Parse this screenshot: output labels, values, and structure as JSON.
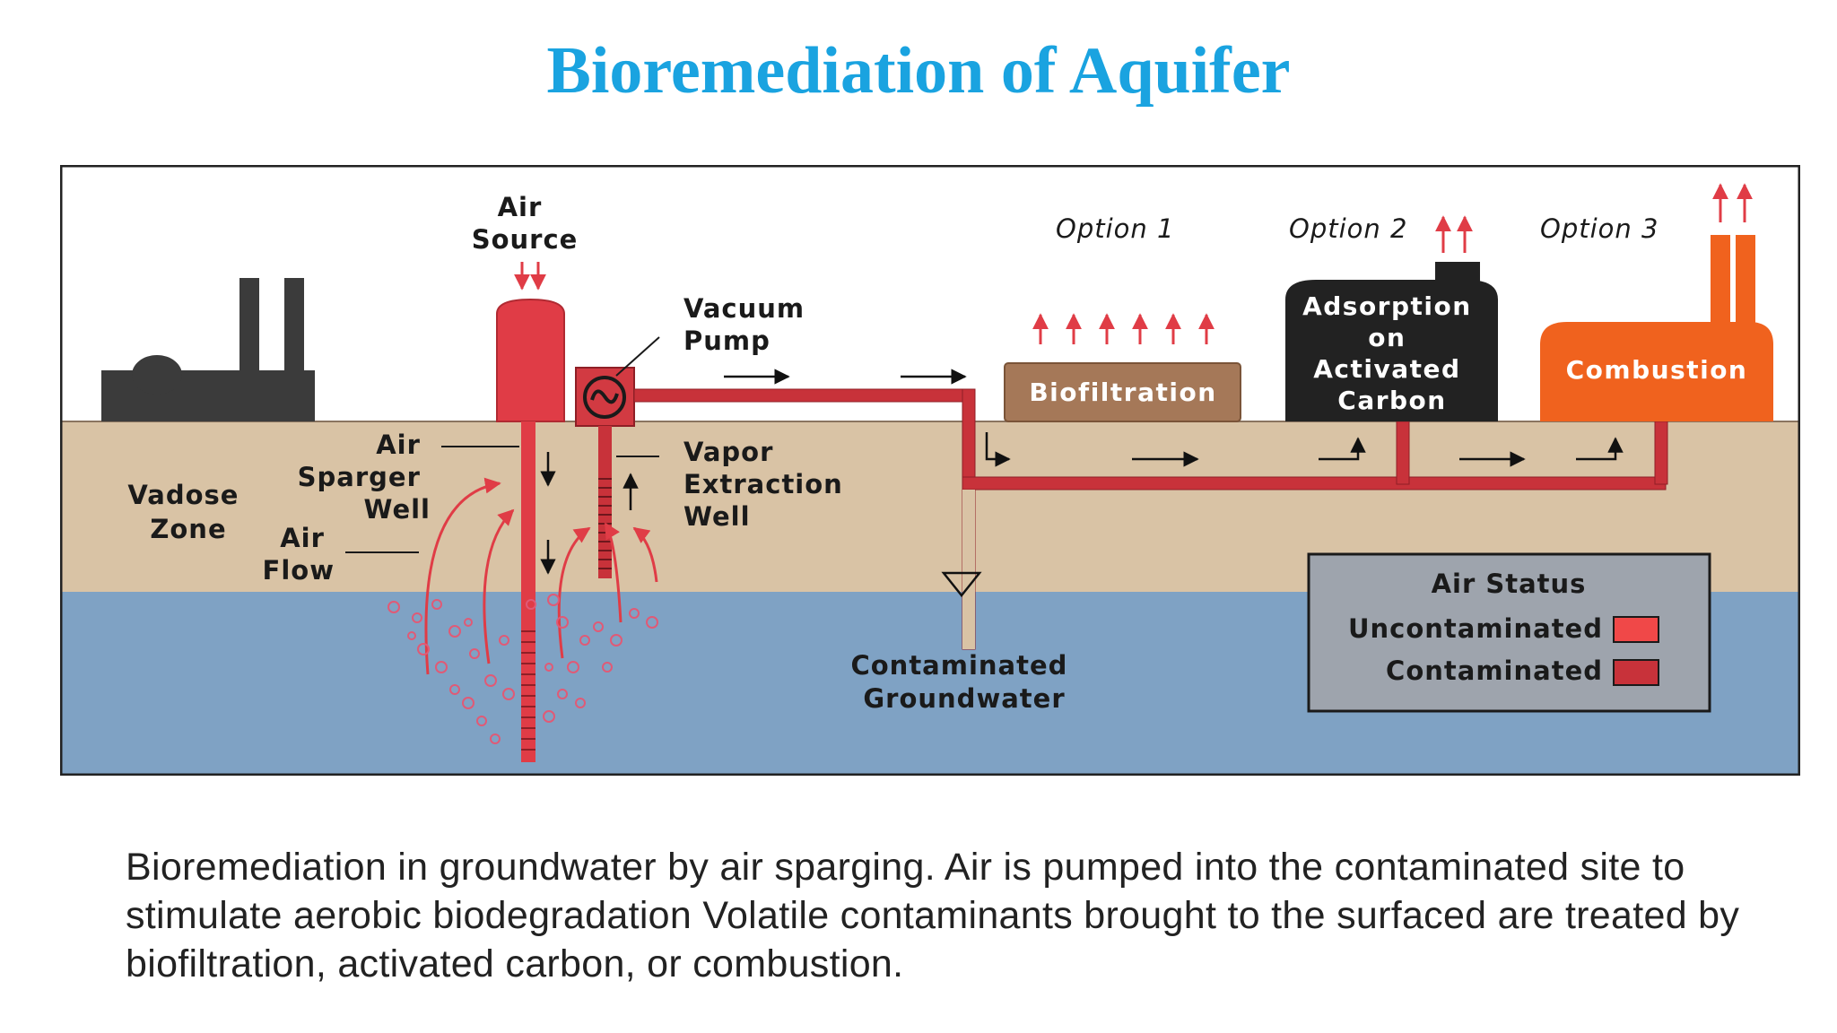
{
  "title": "Bioremediation of Aquifer",
  "diagram": {
    "air_source": [
      "Air",
      "Source"
    ],
    "vacuum_pump": [
      "Vacuum",
      "Pump"
    ],
    "option1": "Option 1",
    "option2": "Option 2",
    "option3": "Option 3",
    "biofiltration": "Biofiltration",
    "adsorption": [
      "Adsorption",
      "on",
      "Activated",
      "Carbon"
    ],
    "combustion": "Combustion",
    "air_sparger_well": [
      "Air",
      "Sparger",
      "Well"
    ],
    "vadose_zone": [
      "Vadose",
      "Zone"
    ],
    "air_flow": [
      "Air",
      "Flow"
    ],
    "vapor_extraction_well": [
      "Vapor",
      "Extraction",
      "Well"
    ],
    "contaminated_groundwater": [
      "Contaminated",
      "Groundwater"
    ],
    "legend": {
      "title": "Air Status",
      "items": [
        {
          "label": "Uncontaminated",
          "color": "#f04848"
        },
        {
          "label": "Contaminated",
          "color": "#c8323a"
        }
      ]
    },
    "colors": {
      "soil": "#d9c3a5",
      "groundwater": "#7fa2c4",
      "sky": "#ffffff",
      "pipe_contaminated": "#c8323a",
      "pipe_uncontaminated": "#ea3a3a",
      "factory": "#3b3b3b",
      "biofilter": "#a57858",
      "carbon_unit": "#222222",
      "combustion_unit": "#f0621e"
    }
  },
  "caption": "Bioremediation in groundwater by air sparging. Air is pumped into the contaminated site to stimulate aerobic biodegradation Volatile contaminants brought to the surfaced are treated by biofiltration, activated carbon, or combustion."
}
